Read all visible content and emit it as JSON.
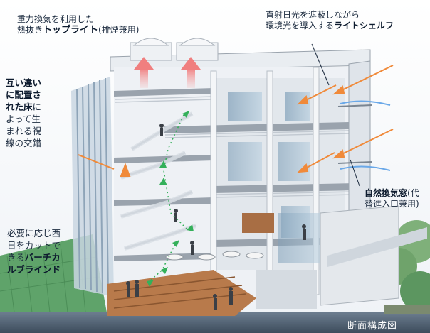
{
  "labels": {
    "roof_top_line": "重力換気を利用した",
    "roof_bottom_plain": "熱抜き",
    "roof_bottom_bold": "トップライト",
    "roof_bottom_suffix": "(排煙兼用)",
    "shelf_top_line": "直射日光を遮蔽しながら",
    "shelf_bottom_plain": "環境光を導入する",
    "shelf_bottom_bold": "ライトシェルフ",
    "floor_l1": "互い違い",
    "floor_l2": "に配置さ",
    "floor_l3_bold": "れた床",
    "floor_l3_plain": "に",
    "floor_l4": "よって生",
    "floor_l5": "まれる視",
    "floor_l6": "線の交錯",
    "window_top_bold": "自然換気窓",
    "window_top_plain": "(代",
    "window_bottom": "替進入口兼用)",
    "blind_l1": "必要に応じ西",
    "blind_l2": "日をカットで",
    "blind_l3_plain": "きる",
    "blind_l3_bold": "バーチカ",
    "blind_l4_bold": "ルブラインド",
    "caption": "断面構成図"
  },
  "colors": {
    "sky": "#f2f6fa",
    "structure": "#e8ecf0",
    "slab": "#9aa3ad",
    "glass": "#8fb1c8",
    "wood": "#b87a4b",
    "green_wall": "#5fa36a",
    "vent_arrow": "#f08a8a",
    "sun_arrow": "#f08a3a",
    "wind_line": "#6aa8e8",
    "people_path": "#34b05a",
    "text": "#1b2a3e"
  }
}
